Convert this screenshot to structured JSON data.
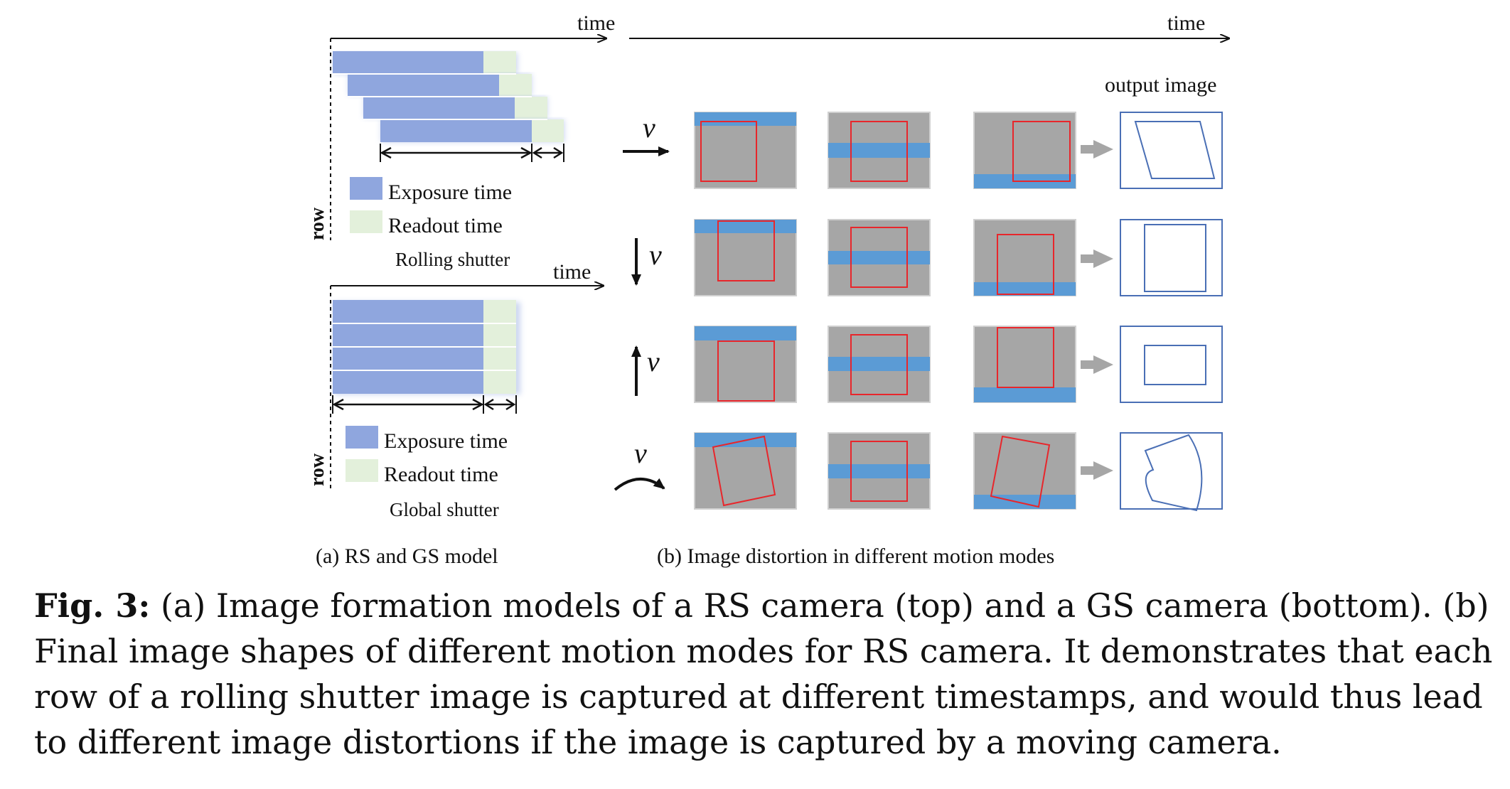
{
  "panel_a": {
    "rolling": {
      "time_label": "time",
      "row_label": "row",
      "legend_exposure": "Exposure time",
      "legend_readout": "Readout time",
      "title": "Rolling shutter"
    },
    "global": {
      "time_label": "time",
      "row_label": "row",
      "legend_exposure": "Exposure time",
      "legend_readout": "Readout time",
      "title": "Global shutter"
    },
    "caption": "(a)  RS and GS model"
  },
  "panel_b": {
    "time_label": "time",
    "output_label": "output  image",
    "velocity_symbol": "v",
    "caption": "(b)  Image distortion in different motion modes"
  },
  "caption": {
    "label": "Fig. 3:",
    "text": " (a) Image formation models of a RS camera (top) and a GS camera (bottom). (b) Final image shapes of different motion modes for RS camera. It demonstrates that each row of a rolling shutter image is captured at different timestamps, and would thus lead to different image distortions if the image is captured by a moving camera."
  },
  "colors": {
    "exposure": "#8fa6de",
    "readout": "#e3f0db",
    "gray_frame": "#a6a6a6",
    "scan_band": "#5b9bd5",
    "red_box": "#e8262b",
    "output_blue": "#4a6fb5",
    "arrow_gray": "#a6a6a6"
  }
}
